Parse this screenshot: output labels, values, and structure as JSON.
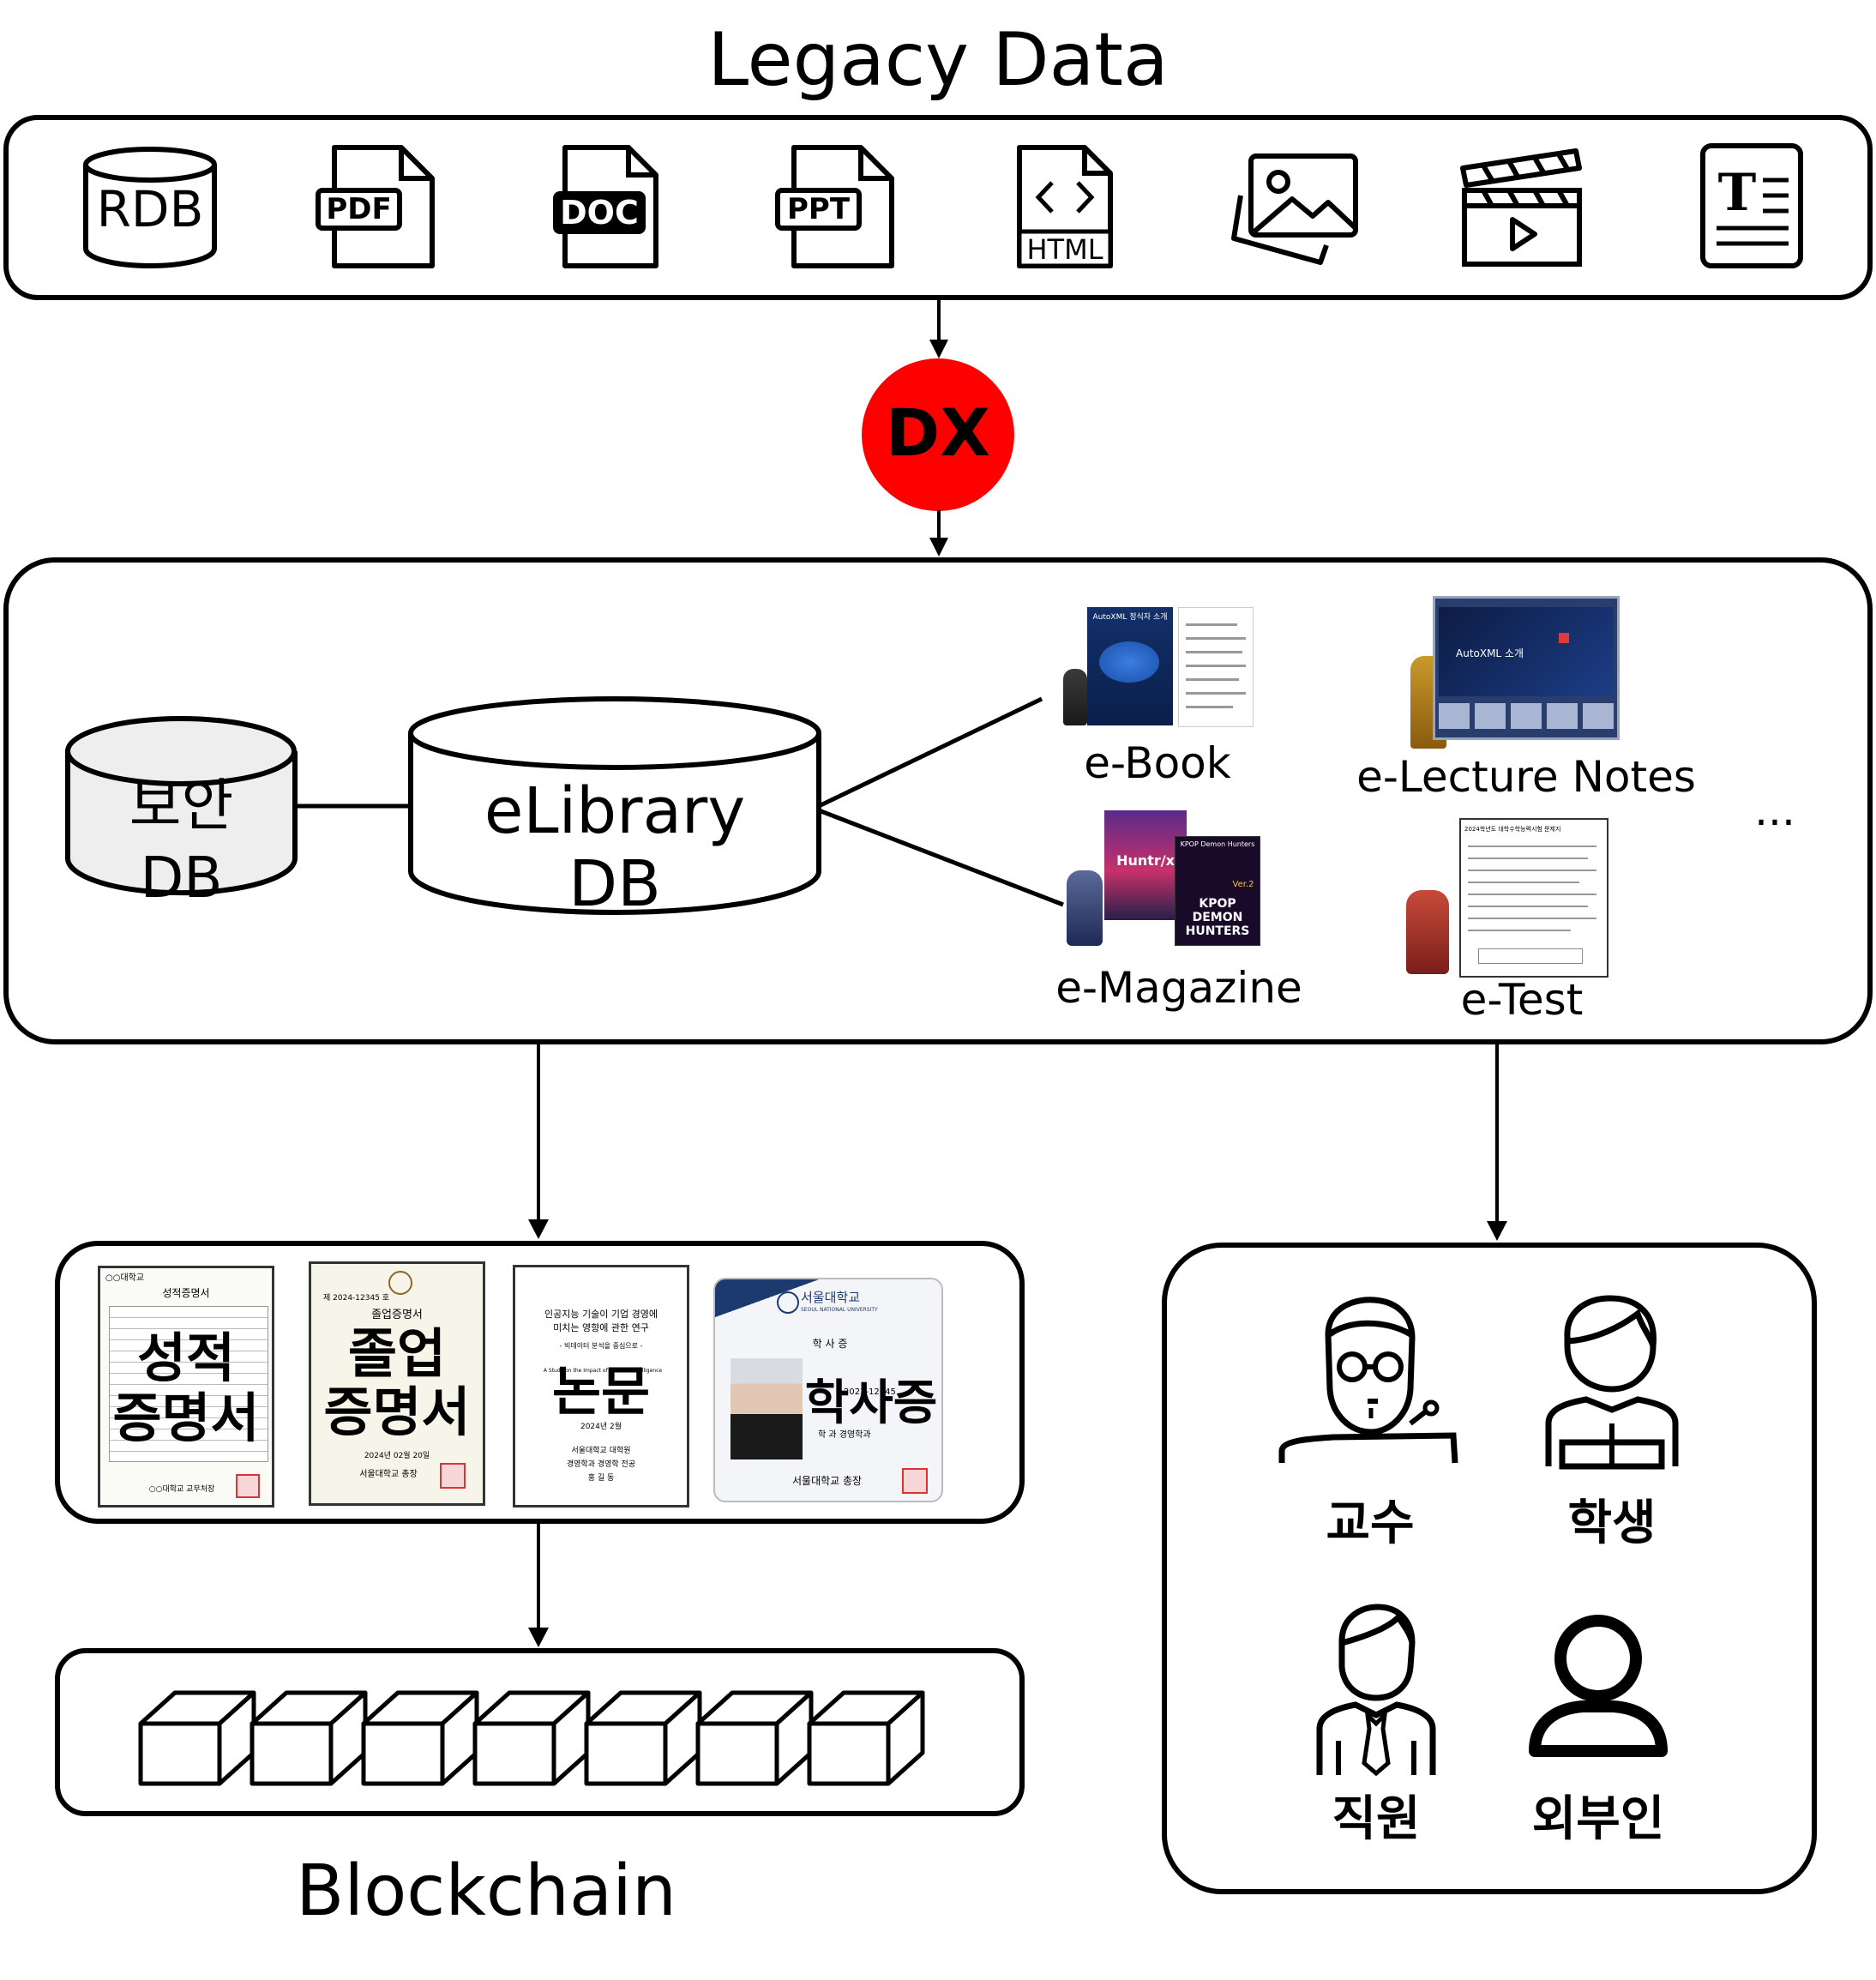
{
  "legacy": {
    "title": "Legacy Data",
    "icons": [
      {
        "label": "RDB",
        "icon": "database-icon"
      },
      {
        "label": "PDF",
        "icon": "pdf-file-icon"
      },
      {
        "label": "DOC",
        "icon": "doc-file-icon"
      },
      {
        "label": "PPT",
        "icon": "ppt-file-icon"
      },
      {
        "label": "HTML",
        "icon": "html-file-icon"
      },
      {
        "label": "",
        "icon": "image-gallery-icon"
      },
      {
        "label": "",
        "icon": "video-clapperboard-icon"
      },
      {
        "label": "T",
        "icon": "text-document-icon"
      }
    ]
  },
  "dx": {
    "label": "DX",
    "color": "#ff0000"
  },
  "library": {
    "security_db": {
      "line1": "보안",
      "line2": "DB"
    },
    "elibrary_db": {
      "line1": "eLibrary",
      "line2": "DB"
    },
    "items": {
      "ebook": "e-Book",
      "electure": "e-Lecture Notes",
      "emagazine": "e-Magazine",
      "etest": "e-Test",
      "more": "..."
    },
    "ebook_cover_title": "AutoXML 정식자 소개",
    "electure_slide_title": "AutoXML 소개",
    "magazine_text": {
      "left": "Huntr/x",
      "top": "KPOP Demon Hunters",
      "main": "KPOP DEMON HUNTERS",
      "ver": "Ver.2"
    },
    "etest_header": "2024학년도 대학수학능력시험 문제지"
  },
  "certificates": {
    "grade": {
      "overlay1": "성적",
      "overlay2": "증명서",
      "header": "○○대학교",
      "title": "성적증명서",
      "footer": "○○대학교 교무처장"
    },
    "diploma": {
      "overlay1": "졸업",
      "overlay2": "증명서",
      "header": "제 2024-12345 호",
      "title": "졸업증명서",
      "date": "2024년 02월 20일",
      "footer": "서울대학교 총장"
    },
    "thesis": {
      "overlay": "논문",
      "title1": "인공지능 기술이 기업 경영에",
      "title2": "미치는 영향에 관한 연구",
      "subtitle": "- 빅데이터 분석을 중심으로 -",
      "en": "A Study on the Impact of Artificial Intelligence",
      "date": "2024년 2월",
      "school": "서울대학교 대학원",
      "dept": "경영학과 경영학 전공",
      "name": "홍 길 동"
    },
    "id_card": {
      "overlay": "학사증",
      "university": "서울대학교",
      "university_en": "SEOUL NATIONAL UNIVERSITY",
      "type": "학 사 증",
      "dept": "학 과 경영학과",
      "number": "2023-12345",
      "footer": "서울대학교 총장"
    }
  },
  "blockchain": {
    "label": "Blockchain",
    "block_count": 7
  },
  "users": [
    {
      "label": "교수",
      "icon": "professor-icon"
    },
    {
      "label": "학생",
      "icon": "student-icon"
    },
    {
      "label": "직원",
      "icon": "staff-icon"
    },
    {
      "label": "외부인",
      "icon": "outsider-icon"
    }
  ]
}
